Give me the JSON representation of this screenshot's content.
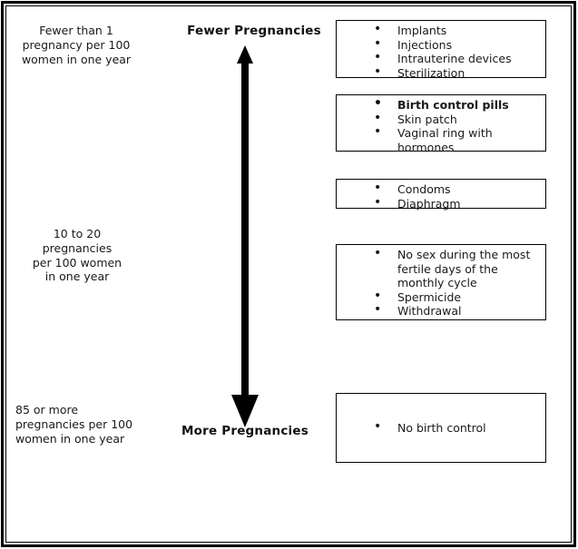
{
  "frame": {
    "border_color": "#000000",
    "background": "#ffffff"
  },
  "axis": {
    "top_label": "Fewer Pregnancies",
    "bottom_label": "More Pregnancies",
    "arrow_color": "#000000",
    "arrow_direction": "vertical-double-headed"
  },
  "rate_notes": {
    "top": "Fewer than 1\npregnancy per 100\nwomen in one year",
    "middle": "10 to 20\npregnancies\nper 100 women\nin one year",
    "bottom": "85 or more\npregnancies per 100\nwomen in one year"
  },
  "method_boxes": [
    {
      "name": "most-effective",
      "items": [
        {
          "text": "Implants"
        },
        {
          "text": "Injections"
        },
        {
          "text": "Intrauterine devices"
        },
        {
          "text": "Sterilization"
        }
      ]
    },
    {
      "name": "hormonal",
      "items": [
        {
          "text": "Birth control pills",
          "bold": true
        },
        {
          "text": "Skin patch"
        },
        {
          "text": "Vaginal ring with\nhormones"
        }
      ]
    },
    {
      "name": "barrier",
      "items": [
        {
          "text": "Condoms"
        },
        {
          "text": "Diaphragm"
        }
      ]
    },
    {
      "name": "behavioral",
      "items": [
        {
          "text": "No sex during the most\nfertile days of the\nmonthly cycle"
        },
        {
          "text": "Spermicide"
        },
        {
          "text": "Withdrawal"
        }
      ]
    },
    {
      "name": "none",
      "items": [
        {
          "text": "No birth control"
        }
      ]
    }
  ],
  "colors": {
    "text": "#1a1a1a",
    "border": "#000000",
    "arrow": "#000000"
  }
}
